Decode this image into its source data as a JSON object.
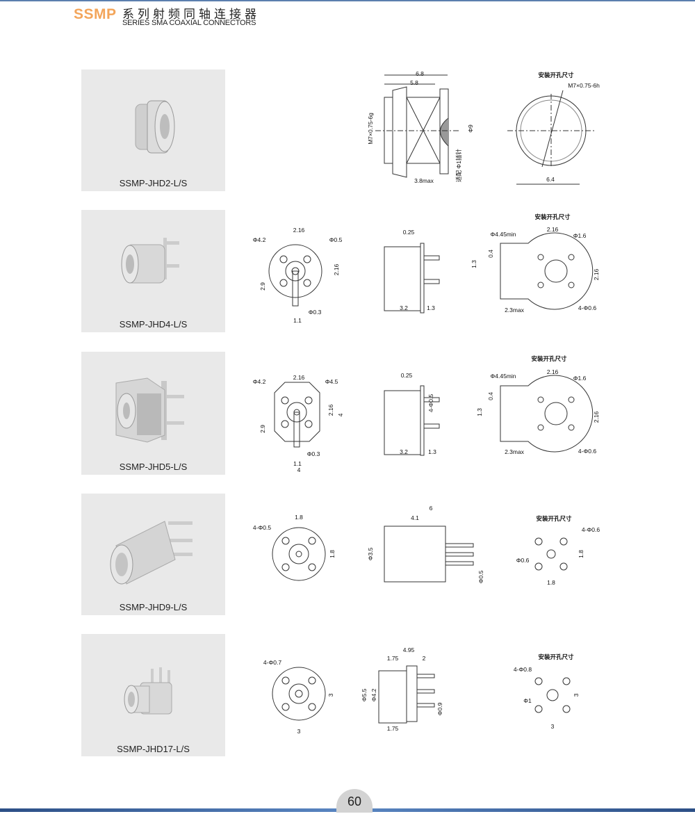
{
  "header": {
    "brand": "SSMP",
    "title_cn": "系列射频同轴连接器",
    "title_en": "SERIES SMA  COAXIAL CONNECTORS"
  },
  "page_number": "60",
  "products": [
    {
      "name": "SSMP-JHD2-L/S",
      "dims": [
        "6.8",
        "5.8",
        "M7×0.75-6g",
        "Φ9",
        "适配 Φ1插针",
        "3.8max",
        "安装开孔尺寸",
        "M7×0.75-6h",
        "6.4"
      ]
    },
    {
      "name": "SSMP-JHD4-L/S",
      "dims": [
        "Φ4.2",
        "2.16",
        "Φ0.5",
        "2.16",
        "2.9",
        "Φ0.3",
        "1.1",
        "0.25",
        "3.2",
        "1.3",
        "安装开孔尺寸",
        "Φ4.45min",
        "2.16",
        "Φ1.6",
        "0.4",
        "1.3",
        "2.16",
        "2.3max",
        "4-Φ0.6"
      ]
    },
    {
      "name": "SSMP-JHD5-L/S",
      "dims": [
        "Φ4.2",
        "2.16",
        "Φ4.5",
        "2.16",
        "4",
        "2.9",
        "Φ0.3",
        "1.1",
        "4",
        "0.25",
        "4-Φ0.5",
        "3.2",
        "1.3",
        "安装开孔尺寸",
        "Φ4.45min",
        "2.16",
        "Φ1.6",
        "0.4",
        "1.3",
        "2.16",
        "2.3max",
        "4-Φ0.6"
      ]
    },
    {
      "name": "SSMP-JHD9-L/S",
      "dims": [
        "1.8",
        "4-Φ0.5",
        "1.8",
        "6",
        "4.1",
        "Φ3.5",
        "Φ0.5",
        "安装开孔尺寸",
        "4-Φ0.6",
        "Φ0.6",
        "1.8",
        "1.8"
      ]
    },
    {
      "name": "SSMP-JHD17-L/S",
      "dims": [
        "4-Φ0.7",
        "3",
        "3",
        "4.95",
        "1.75",
        "2",
        "Φ5.5",
        "Φ4.2",
        "Φ0.9",
        "1.75",
        "安装开孔尺寸",
        "4-Φ0.8",
        "Φ1",
        "3",
        "3"
      ]
    }
  ]
}
